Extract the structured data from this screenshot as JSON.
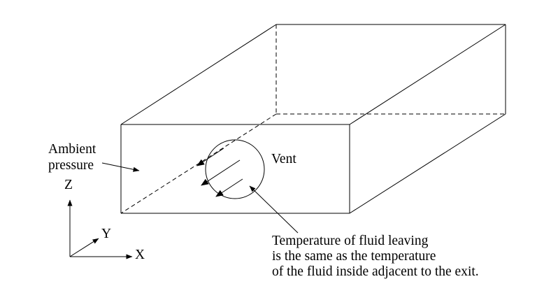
{
  "colors": {
    "line": "#000000",
    "background": "#ffffff",
    "text": "#000000"
  },
  "diagram": {
    "labels": {
      "ambient_pressure": "Ambient\npressure",
      "vent": "Vent",
      "axis_z": "Z",
      "axis_y": "Y",
      "axis_x": "X",
      "note": "Temperature of fluid leaving\nis the same as the temperature\nof the fluid inside adjacent to the exit."
    }
  }
}
